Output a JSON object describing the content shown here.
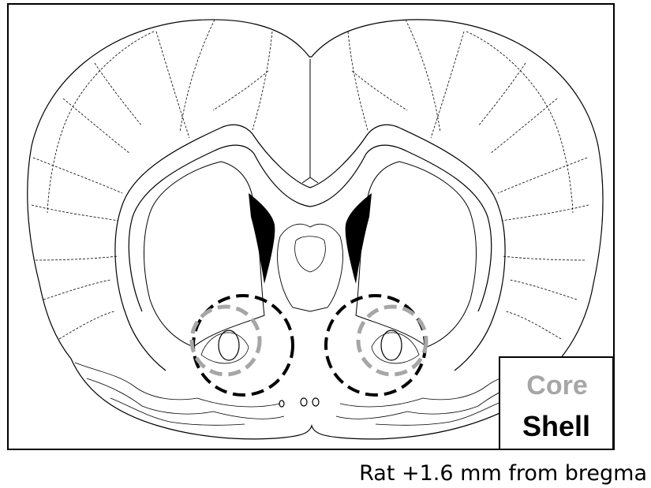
{
  "legend": {
    "core_label": "Core",
    "shell_label": "Shell",
    "core_color": "#A6A6A6",
    "shell_color": "#000000"
  },
  "caption": "Rat +1.6 mm from bregma",
  "colors": {
    "outline": "#000000",
    "ventricle_fill": "#000000",
    "background": "#ffffff"
  }
}
